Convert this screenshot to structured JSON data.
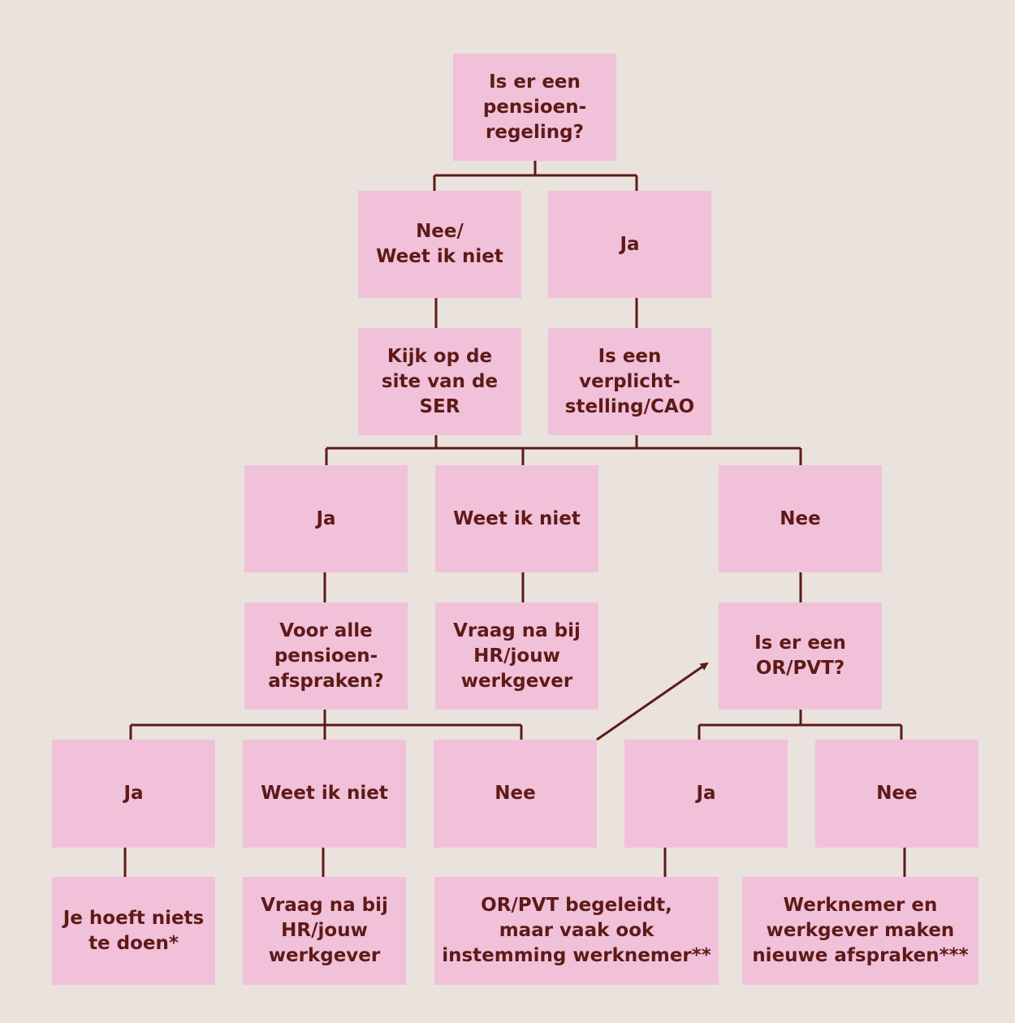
{
  "nodes": {
    "q1": "Is er een\npensioen-\nregeling?",
    "a1_nee": "Nee/\nWeet ik niet",
    "a1_ja": "Ja",
    "ser": "Kijk op de\nsite van de\nSER",
    "q2": "Is een\nverplicht-\nstelling/CAO",
    "a2_ja": "Ja",
    "a2_weet": "Weet ik niet",
    "a2_nee": "Nee",
    "q3": "Voor alle\npensioen-\nafspraken?",
    "vraag1": "Vraag na bij\nHR/jouw\nwerkgever",
    "q4": "Is er een\nOR/PVT?",
    "a3_ja": "Ja",
    "a3_weet": "Weet ik niet",
    "a3_nee": "Nee",
    "a4_ja": "Ja",
    "a4_nee": "Nee",
    "r_niets": "Je hoeft niets\nte doen*",
    "vraag2": "Vraag na bij\nHR/jouw\nwerkgever",
    "r_or": "OR/PVT begeleidt,\nmaar vaak ook\ninstemming werknemer**",
    "r_afspraken": "Werknemer en\nwerkgever maken\nnieuwe afspraken***"
  },
  "colors": {
    "background": "#EAE2DD",
    "box": "#F1C1DA",
    "text": "#5E1A17",
    "line": "#5E1A17"
  }
}
